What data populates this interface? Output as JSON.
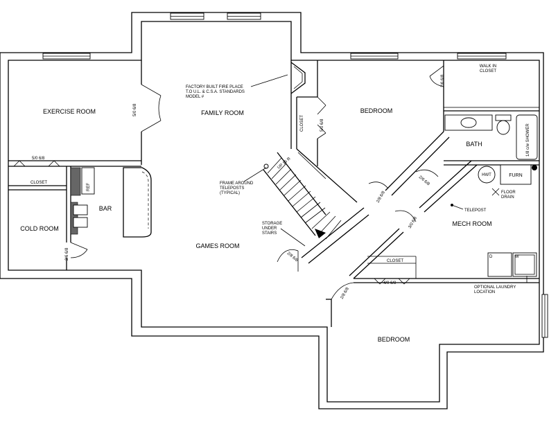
{
  "rooms": {
    "exercise": "EXERCISE ROOM",
    "family": "FAMILY ROOM",
    "bedroom_top": "BEDROOM",
    "bath": "BATH",
    "bar": "BAR",
    "cold": "COLD ROOM",
    "games": "GAMES ROOM",
    "mech": "MECH ROOM",
    "bedroom_bottom": "BEDROOM"
  },
  "notes": {
    "fireplace": [
      "FACTORY BUILT FIRE PLACE",
      "T.O U.L. & C.S.A. STANDARDS",
      "MODEL #"
    ],
    "frame": [
      "FRAME AROUND",
      "TELEPOSTS",
      "(TYPICAL)"
    ],
    "storage": [
      "STORAGE",
      "UNDER",
      "STAIRS"
    ],
    "laundry": [
      "OPTIONAL LAUNDRY",
      "LOCATION"
    ],
    "walkin": [
      "WALK IN",
      "CLOSET"
    ],
    "floor_drain": [
      "FLOOR",
      "DRAIN"
    ],
    "telepost": "TELEPOST",
    "closet_left": "CLOSET",
    "closet_stair": "CLOSET",
    "closet_bottom": "CLOSET",
    "up_stairs": "UP 16 R",
    "ref": "REF",
    "furn": "FURN",
    "hwt": "HWT",
    "shower": "1/8 c/w SHOWER",
    "dryer": "D",
    "washer": "W"
  },
  "doors": {
    "d50_68_left": "5/0 6/8",
    "d50_68_family": "5/0 6/8",
    "d50_68_closet": "5/0 6/8",
    "d26_68_walkin": "2/6 6/8",
    "d26_68_cold": "2/6 6/8",
    "d28_68_stairs": "2/8 6/8",
    "d28_68_bed": "2/8 6/8",
    "d26_68_bath": "2/6 6/8",
    "d30_68_mech": "3/0 6/8",
    "d28_68_bed2": "2/8 6/8",
    "d40_68": "4/0 6/8"
  }
}
